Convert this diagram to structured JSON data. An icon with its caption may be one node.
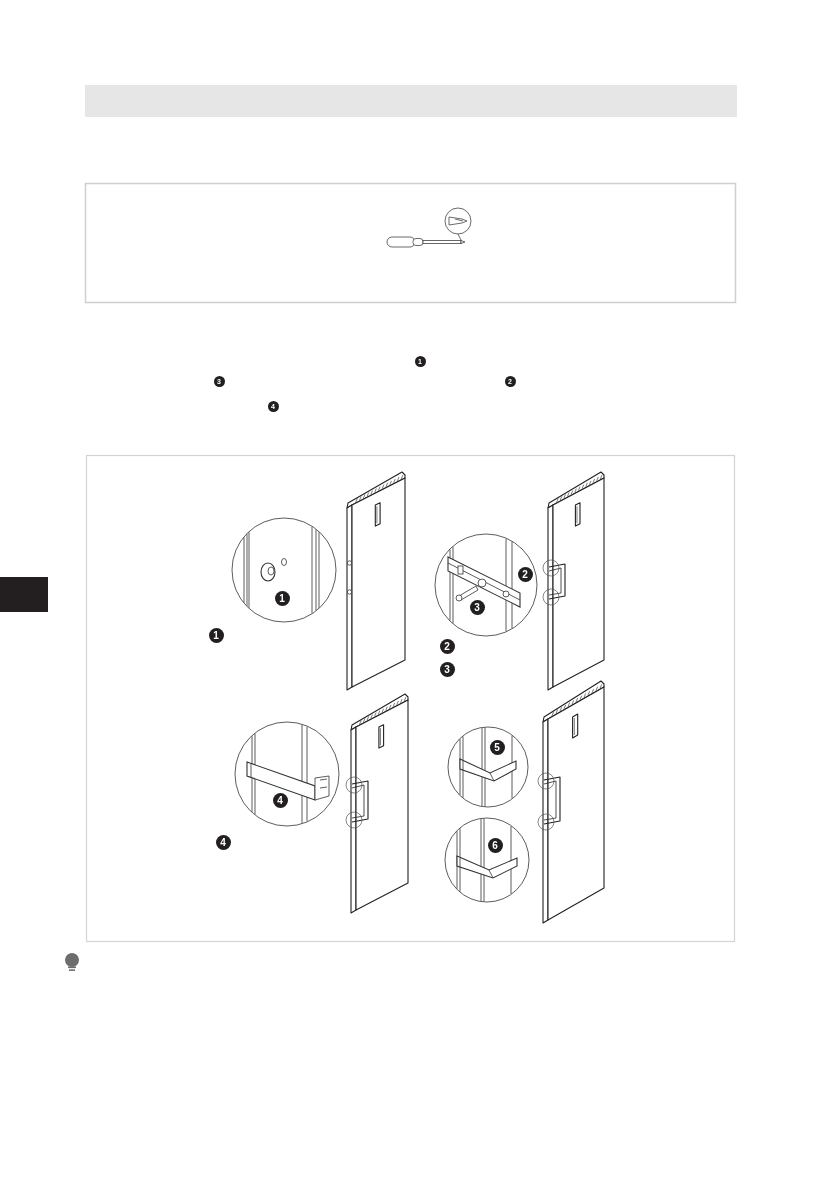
{
  "diagram": {
    "labels": [
      "1",
      "3",
      "2",
      "4",
      "1",
      "1",
      "2",
      "3",
      "2",
      "3",
      "4",
      "4",
      "5",
      "6"
    ]
  }
}
